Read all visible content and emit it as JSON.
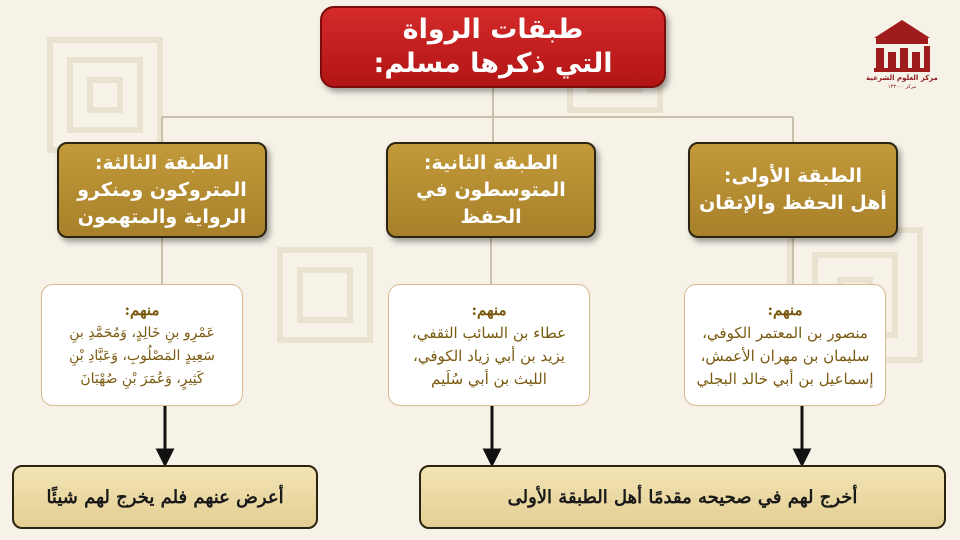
{
  "title": {
    "line1": "طبقات الرواة",
    "line2": "التي ذكرها مسلم:"
  },
  "logo": {
    "name": "مركز العلوم الشرعية",
    "subtext": "مركز ١٣٣٠٠٠"
  },
  "tiers": [
    {
      "label": "الطبقة الأولى:",
      "desc": "أهل الحفظ والإتقان"
    },
    {
      "label": "الطبقة الثانية:",
      "desc": "المتوسطون في الحفظ"
    },
    {
      "label": "الطبقة الثالثة:",
      "desc": "المتروكون ومنكرو الرواية والمتهمون"
    }
  ],
  "names": [
    {
      "head": "منهم:",
      "lines": [
        "منصور بن المعتمر الكوفي،",
        "سليمان بن مهران الأعمش،",
        "إسماعيل بن أبي خالد البجلي"
      ]
    },
    {
      "head": "منهم:",
      "lines": [
        "عطاء بن السائب الثقفي،",
        "يزيد بن أبي زياد الكوفي،",
        "الليث بن أبي سُلَيم"
      ]
    },
    {
      "head": "منهم:",
      "lines": [
        "عَمْرِو بنِ خَالِدٍ، وَمُحَمَّدِ بنِ",
        "سَعِيدٍ المَصْلُوبِ، وَعَبَّادِ بْنِ",
        "كَثِيرٍ، وَعُمَرَ بْنِ صُهْبَانَ"
      ]
    }
  ],
  "results": {
    "right": "أخرج لهم في صحيحه مقدمًا أهل الطبقة الأولى",
    "left": "أعرض عنهم فلم يخرج لهم شيئًا"
  },
  "colors": {
    "title_red": "#c41f1f",
    "tier_gold": "#b58f32",
    "result_beige": "#ead8a0",
    "background": "#f6f2e8"
  }
}
